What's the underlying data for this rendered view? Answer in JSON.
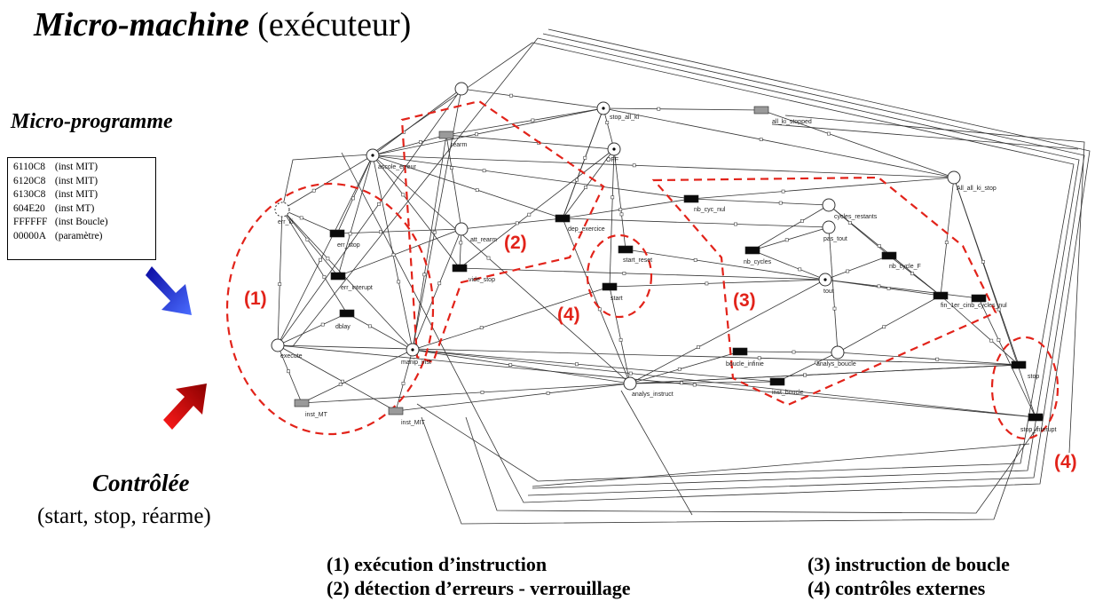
{
  "header": {
    "title_italic": "Micro-machine",
    "title_rest": " (exécuteur)"
  },
  "program": {
    "title": "Micro-programme",
    "lines": [
      {
        "code": "6110C8",
        "desc": "(inst MIT)"
      },
      {
        "code": "6120C8",
        "desc": "(inst MIT)"
      },
      {
        "code": "6130C8",
        "desc": "(inst MIT)"
      },
      {
        "code": "604E20",
        "desc": "(inst MT)"
      },
      {
        "code": "FFFFFF",
        "desc": "(inst Boucle)"
      },
      {
        "code": "00000A",
        "desc": "(paramètre)"
      }
    ]
  },
  "control": {
    "title": "Contrôlée",
    "subtitle": "(start, stop, réarme)"
  },
  "region_labels": {
    "r1": "(1)",
    "r2": "(2)",
    "r3": "(3)",
    "r4a": "(4)",
    "r4b": "(4)"
  },
  "legend": {
    "item1": "(1) exécution d’instruction",
    "item2": "(2) détection d’erreurs - verrouillage",
    "item3": "(3) instruction de boucle",
    "item4": "(4) contrôles externes"
  },
  "node_labels": {
    "stop_all_ki": "stop_all_ki",
    "all_ki_stopped": "all_ki_stopped",
    "rearm": "réarm",
    "off": "OFF",
    "ascole_erreur": "ascole_erreur",
    "all_ki_stop": "All_all_ki_stop",
    "nb_cyc_nul": "nb_cyc_nul",
    "err_ki": "err_ki",
    "cycles_restants": "cycles_restants",
    "err_stop": "err_stop",
    "att_rearm": "att_rearm",
    "dep_exercice": "dep_exercice",
    "pas_tout": "pas_tout",
    "start_reset": "start_reset",
    "nb_cycles": "nb_cycles",
    "nb_cycle_f": "nb_cycle_F",
    "vide_stop": "vide_stop",
    "err_interupt": "err_interupt",
    "start": "start",
    "tout": "tout",
    "fin_1er": "fin_1er_cinb_cycles_nul",
    "dblay": "dblay",
    "execute": "execute",
    "manip_inst": "manip_inst",
    "boucle_infinie": "boucle_infinie",
    "analys_boucle": "analys_boucle",
    "stop": "stop",
    "analys_instruct": "analys_instruct",
    "inst_boucle": "inst_boucle",
    "inst_mt": "inst_MT",
    "inst_mit": "inst_MIT",
    "stop_interupt": "stop_interupt"
  },
  "colors": {
    "accent": "#e2231a",
    "arrow_blue": "#2a2ae0",
    "arrow_red": "#d11010"
  }
}
